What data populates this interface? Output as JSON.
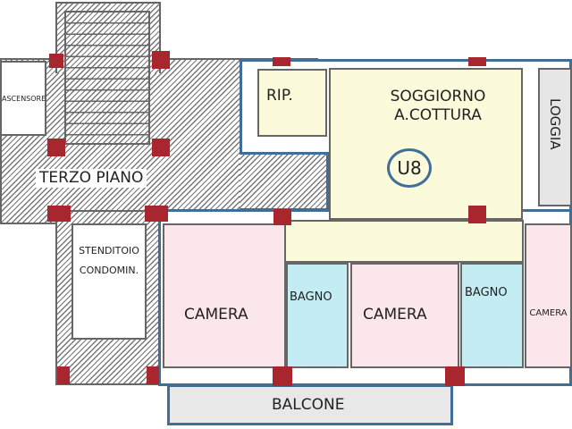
{
  "plan": {
    "unit_label": "U8",
    "rooms": {
      "ascensore": "ASCENSORE",
      "terzo_piano": "TERZO PIANO",
      "stenditoio": "STENDITOIO CONDOMIN.",
      "rip": "RIP.",
      "soggiorno": "SOGGIORNO A.COTTURA",
      "loggia": "LOGGIA",
      "camera1": "CAMERA",
      "bagno1": "BAGNO",
      "camera2": "CAMERA",
      "bagno2": "BAGNO",
      "camera3": "CAMERA",
      "balcone": "BALCONE"
    },
    "colors": {
      "living": "#fbfadb",
      "bedroom": "#fbe6ec",
      "bathroom": "#c4ecf3",
      "loggia": "#e6e6e6",
      "wall": "#3f6f99",
      "pillar": "#a8262e"
    }
  }
}
